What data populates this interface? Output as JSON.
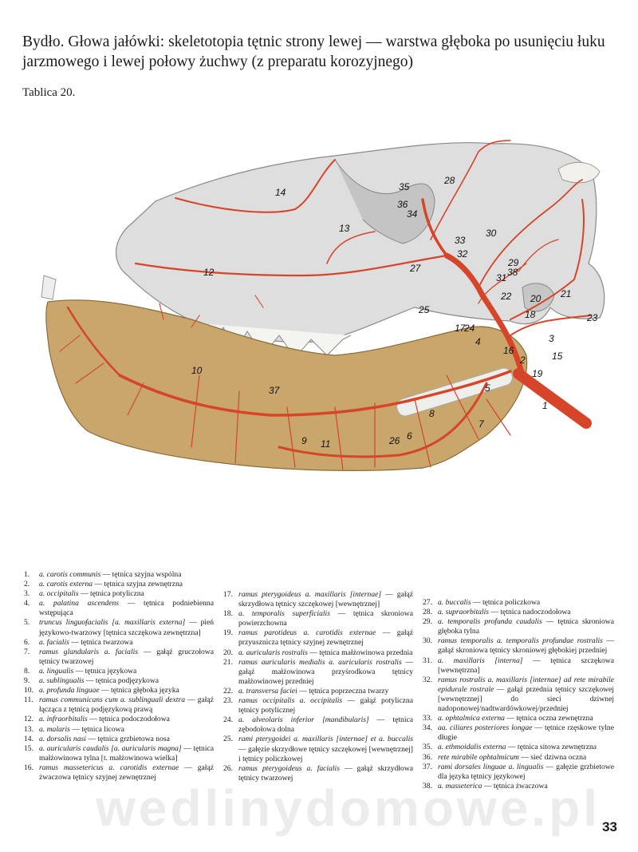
{
  "title": "Bydło. Głowa jałówki: skeletotopia tętnic strony lewej — warstwa głęboka po usunięciu łuku jarzmowego i lewej połowy żuchwy (z preparatu korozyjnego)",
  "plate": "Tablica 20.",
  "page_number": "33",
  "watermark": "wedlinydomowe.pl",
  "colors": {
    "bone": "#dcdcdc",
    "jaw": "#c9a66b",
    "artery": "#d6452a"
  },
  "figure_labels": [
    "1",
    "2",
    "3",
    "4",
    "5",
    "6",
    "7",
    "8",
    "9",
    "10",
    "11",
    "12",
    "13",
    "14",
    "15",
    "16",
    "17",
    "18",
    "19",
    "20",
    "21",
    "22",
    "23",
    "24",
    "25",
    "26",
    "27",
    "28",
    "29",
    "30",
    "31",
    "32",
    "33",
    "34",
    "35",
    "36",
    "37",
    "38"
  ],
  "legend": [
    {
      "n": "1.",
      "la": "a. carotis communis",
      "pl": "— tętnica szyjna wspólna"
    },
    {
      "n": "2.",
      "la": "a. carotis externa",
      "pl": "— tętnica szyjna zewnętrzna"
    },
    {
      "n": "3.",
      "la": "a. occipitalis",
      "pl": "— tętnica potyliczna"
    },
    {
      "n": "4.",
      "la": "a. palatina ascendens",
      "pl": "— tętnica podniebienna wstępująca"
    },
    {
      "n": "5.",
      "la": "truncus linguofacialis [a. maxillaris externa]",
      "pl": "— pień językowo-twarzowy [tętnica szczękowa zewnętrzna]"
    },
    {
      "n": "6.",
      "la": "a. facialis",
      "pl": "— tętnica twarzowa"
    },
    {
      "n": "7.",
      "la": "ramus glandularis a. facialis",
      "pl": "— gałąź gruczołowa tętnicy twarzowej"
    },
    {
      "n": "8.",
      "la": "a. lingualis",
      "pl": "— tętnica językowa"
    },
    {
      "n": "9.",
      "la": "a. sublingualis",
      "pl": "— tętnica podjęzykowa"
    },
    {
      "n": "10.",
      "la": "a. profunda linguae",
      "pl": "— tętnica głęboka języka"
    },
    {
      "n": "11.",
      "la": "ramus communicans cum a. sublinguali dextra",
      "pl": "— gałąź łącząca z tętnicą podjęzykową prawą"
    },
    {
      "n": "12.",
      "la": "a. infraorbitalis",
      "pl": "— tętnica podoczodołowa"
    },
    {
      "n": "13.",
      "la": "a. malaris",
      "pl": "— tętnica licowa"
    },
    {
      "n": "14.",
      "la": "a. dorsalis nasi",
      "pl": "— tętnica grzbietowa nosa"
    },
    {
      "n": "15.",
      "la": "a. auricularis caudalis [a. auricularis magna]",
      "pl": "— tętnica małżowinowa tylna [t. małżowinowa wielka]"
    },
    {
      "n": "16.",
      "la": "ramus massetericus a. carotidis externae",
      "pl": "— gałąź żwaczowa tętnicy szyjnej zewnętrznej"
    },
    {
      "n": "17.",
      "la": "ramus pterygoideus a. maxillaris [internae]",
      "pl": "— gałąź skrzydłowa tętnicy szczękowej [wewnętrznej]"
    },
    {
      "n": "18.",
      "la": "a. temporalis superficialis",
      "pl": "— tętnica skroniowa powierzchowna"
    },
    {
      "n": "19.",
      "la": "ramus parotideus a. carotidis externae",
      "pl": "— gałąź przyuszniczа tętnicy szyjnej zewnętrznej"
    },
    {
      "n": "20.",
      "la": "a. auricularis rostralis",
      "pl": "— tętnica małżowinowa przednia"
    },
    {
      "n": "21.",
      "la": "ramus auricularis medialis a. auricularis rostralis",
      "pl": "— gałąź małżowinowa przyśrodkowa tętnicy małżowinowej przedniej"
    },
    {
      "n": "22.",
      "la": "a. transversa faciei",
      "pl": "— tętnica poprzeczna twarzy"
    },
    {
      "n": "23.",
      "la": "ramus occipitalis a. occipitalis",
      "pl": "— gałąź potyliczna tętnicy potylicznej"
    },
    {
      "n": "24.",
      "la": "a. alveolaris inferior [mandibularis]",
      "pl": "— tętnica zębodołowa dolna"
    },
    {
      "n": "25.",
      "la": "rami pterygoidei a. maxillaris [internae] et a. buccalis",
      "pl": "— gałęzie skrzydłowe tętnicy szczękowej [wewnętrznej] i tętnicy policzkowej"
    },
    {
      "n": "26.",
      "la": "ramus pterygoideus a. facialis",
      "pl": "— gałąź skrzydłowa tętnicy twarzowej"
    },
    {
      "n": "27.",
      "la": "a. buccalis",
      "pl": "— tętnica policzkowa"
    },
    {
      "n": "28.",
      "la": "a. supraorbitalis",
      "pl": "— tętnica nadoczodołowa"
    },
    {
      "n": "29.",
      "la": "a. temporalis profunda caudalis",
      "pl": "— tętnica skroniowa głęboka tylna"
    },
    {
      "n": "30.",
      "la": "ramus temporalis a. temporalis profundae rostralis",
      "pl": "— gałąź skroniowa tętnicy skroniowej głębokiej przedniej"
    },
    {
      "n": "31.",
      "la": "a. maxillaris [interna]",
      "pl": "— tętnica szczękowa [wewnętrzna]"
    },
    {
      "n": "32.",
      "la": "ramus rostralis a. maxillaris [internae] ad rete mirabile epidurale rostrale",
      "pl": "— gałąź przednia tętnicy szczękowej [wewnętrznej] do sieci dziwnej nadoponowej/nadtwardówkowej/przedniej"
    },
    {
      "n": "33.",
      "la": "a. ophtalmica externa",
      "pl": "— tętnica oczna zewnętrzna"
    },
    {
      "n": "34.",
      "la": "aa. ciliares posteriores longae",
      "pl": "— tętnice rzęskowe tylne długie"
    },
    {
      "n": "35.",
      "la": "a. ethmoidalis externa",
      "pl": "— tętnica sitowa zewnętrzna"
    },
    {
      "n": "36.",
      "la": "rete mirabile ophtalmicum",
      "pl": "— sieć dziwna oczna"
    },
    {
      "n": "37.",
      "la": "rami dorsales linguae a. lingualis",
      "pl": "— gałęzie grzbietowe dla języka tętnicy językowej"
    },
    {
      "n": "38.",
      "la": "a. masseterica",
      "pl": "— tętnica żwaczowa"
    }
  ]
}
